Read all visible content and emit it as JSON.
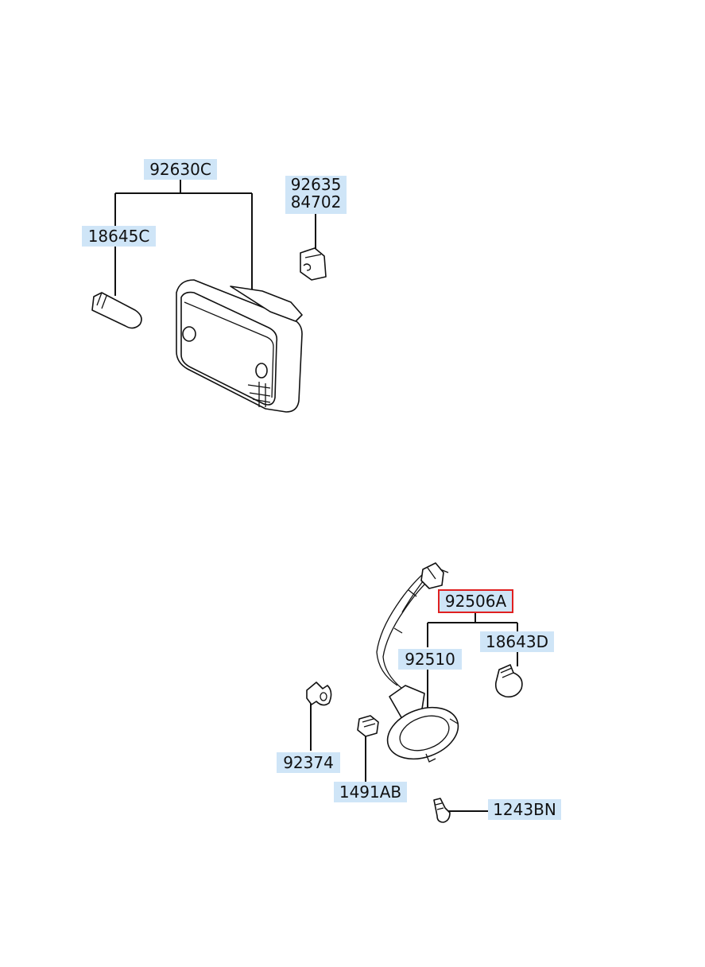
{
  "labels": {
    "p92630C": "92630C",
    "p18645C": "18645C",
    "p92635": "92635",
    "p84702": "84702",
    "p92506A": "92506A",
    "p18643D": "18643D",
    "p92510": "92510",
    "p92374": "92374",
    "p1491AB": "1491AB",
    "p1243BN": "1243BN"
  },
  "selected_part": "92506A",
  "colors": {
    "label_bg": "#cfe5f7",
    "highlight": "#e02020",
    "line": "#111111"
  }
}
